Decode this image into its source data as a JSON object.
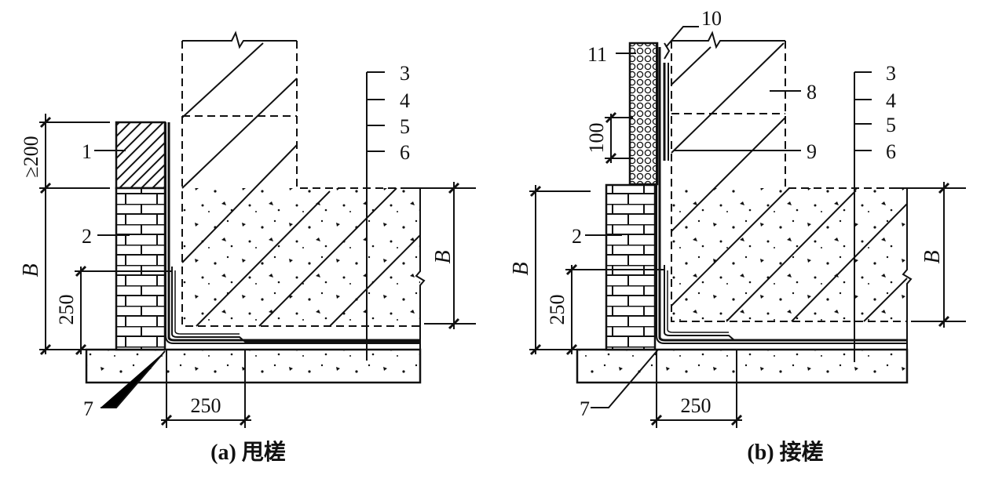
{
  "panel_a": {
    "caption": "(a) 甩槎",
    "labels": {
      "l1": "1",
      "l2": "2",
      "l3": "3",
      "l4": "4",
      "l5": "5",
      "l6": "6",
      "l7": "7"
    },
    "dims": {
      "ge200": "≥200",
      "B_left": "B",
      "d250_vert": "250",
      "B_right": "B",
      "d250_horiz": "250"
    }
  },
  "panel_b": {
    "caption": "(b) 接槎",
    "labels": {
      "l2": "2",
      "l3": "3",
      "l4": "4",
      "l5": "5",
      "l6": "6",
      "l7": "7",
      "l8": "8",
      "l9": "9",
      "l10": "10",
      "l11": "11"
    },
    "dims": {
      "d100": "100",
      "B_left": "B",
      "d250_vert": "250",
      "B_right": "B",
      "d250_horiz": "250"
    }
  }
}
